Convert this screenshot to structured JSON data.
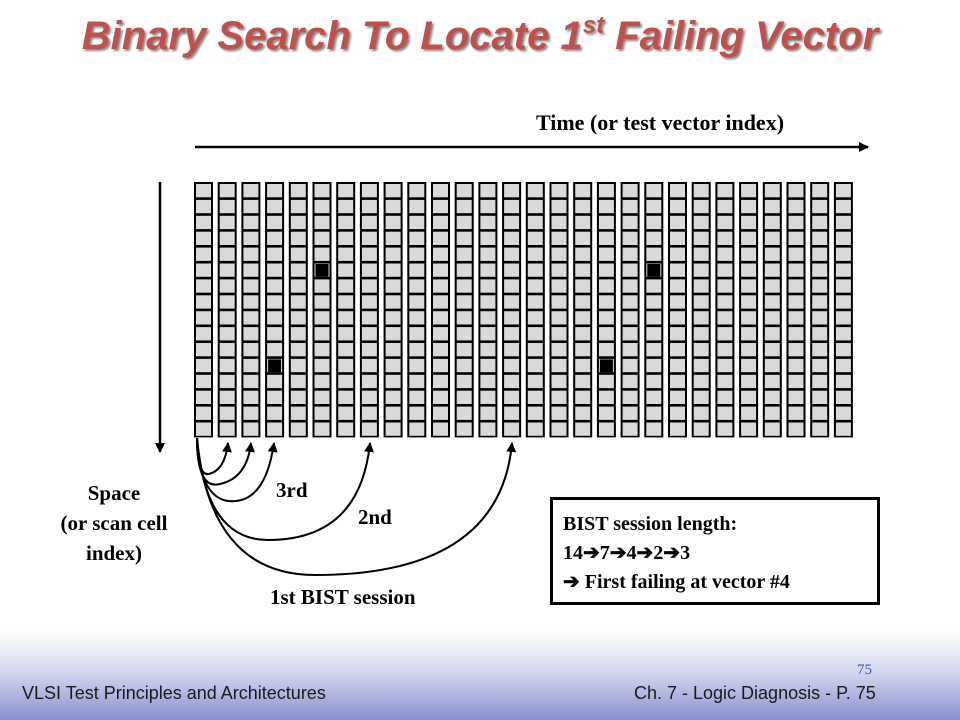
{
  "title": {
    "main": "Binary Search To Locate 1",
    "superscript": "st",
    "rest": " Failing Vector"
  },
  "axes": {
    "time_label": "Time (or test vector index)",
    "space_label": [
      "Space",
      "(or scan cell",
      "index)"
    ]
  },
  "grid": {
    "columns": 28,
    "rows": 16,
    "failing_cells": [
      [
        5,
        5
      ],
      [
        19,
        5
      ],
      [
        3,
        11
      ],
      [
        17,
        11
      ]
    ]
  },
  "sessions": {
    "third": "3rd",
    "second": "2nd",
    "first": "1st BIST session"
  },
  "bist_box": {
    "line1": "BIST session length:",
    "sequence": [
      "14",
      "7",
      "4",
      "2",
      "3"
    ],
    "conclusion": "First failing at vector #4"
  },
  "footer": {
    "left": "VLSI Test Principles and Architectures",
    "right": "Ch. 7 - Logic Diagnosis  - P. 75",
    "page_number": "75"
  },
  "colors": {
    "title": "#c0504d",
    "cell_fill": "#d9d9d9",
    "failing_cell": "#000000",
    "page_number": "#3a55b5"
  }
}
